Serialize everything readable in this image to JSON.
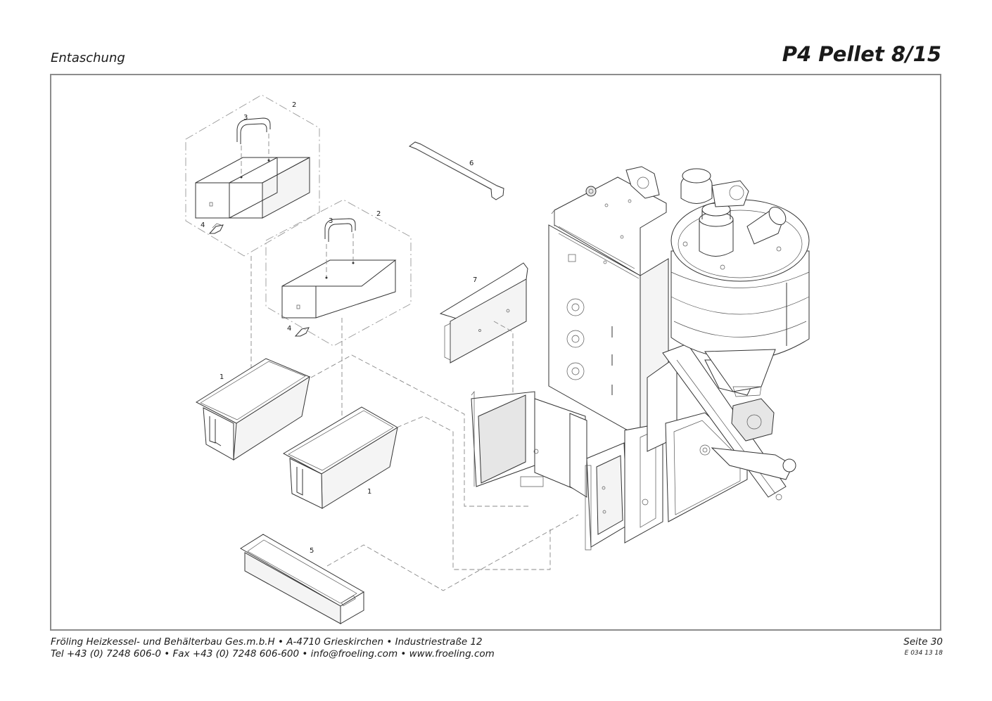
{
  "header": {
    "section": "Entaschung",
    "model": "P4 Pellet 8/15"
  },
  "diagram": {
    "part_labels": {
      "box_upper_ref": "2",
      "handle_upper_ref": "3",
      "clip_upper_ref": "4",
      "box_lower_ref": "2",
      "handle_lower_ref": "3",
      "clip_lower_ref": "4",
      "rail_ref": "6",
      "cover_ref": "7",
      "tray_upper_ref": "1",
      "tray_lower_ref": "1",
      "drawer_ref": "5"
    }
  },
  "footer": {
    "line1": "Fröling Heizkessel- und Behälterbau Ges.m.b.H   •  A-4710 Grieskirchen   •  Industriestraße 12",
    "line2": "Tel +43 (0) 7248 606-0   •  Fax +43 (0) 7248 606-600   •  info@froeling.com   •  www.froeling.com",
    "page": "Seite 30",
    "doc_code": "E 034 13 18"
  }
}
